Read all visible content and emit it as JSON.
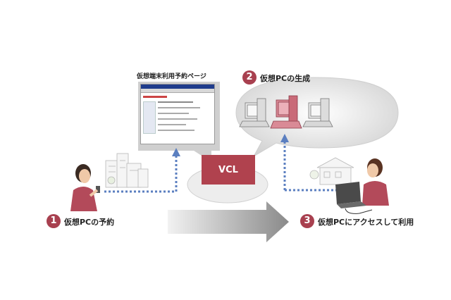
{
  "steps": [
    {
      "number": "1",
      "label": "仮想PCの予約"
    },
    {
      "number": "2",
      "label": "仮想PCの生成"
    },
    {
      "number": "3",
      "label": "仮想PCにアクセスして利用"
    }
  ],
  "web_page": {
    "title": "仮想端末利用予約ページ"
  },
  "server": {
    "label": "VCL"
  },
  "colors": {
    "accent": "#a8404f",
    "connector": "#5b7fc0",
    "server": "#b0424e"
  },
  "icons": [
    "user-with-phone-icon",
    "city-buildings-icon",
    "pc-tower-icon",
    "house-icon",
    "user-with-laptop-icon",
    "browser-window-icon"
  ]
}
